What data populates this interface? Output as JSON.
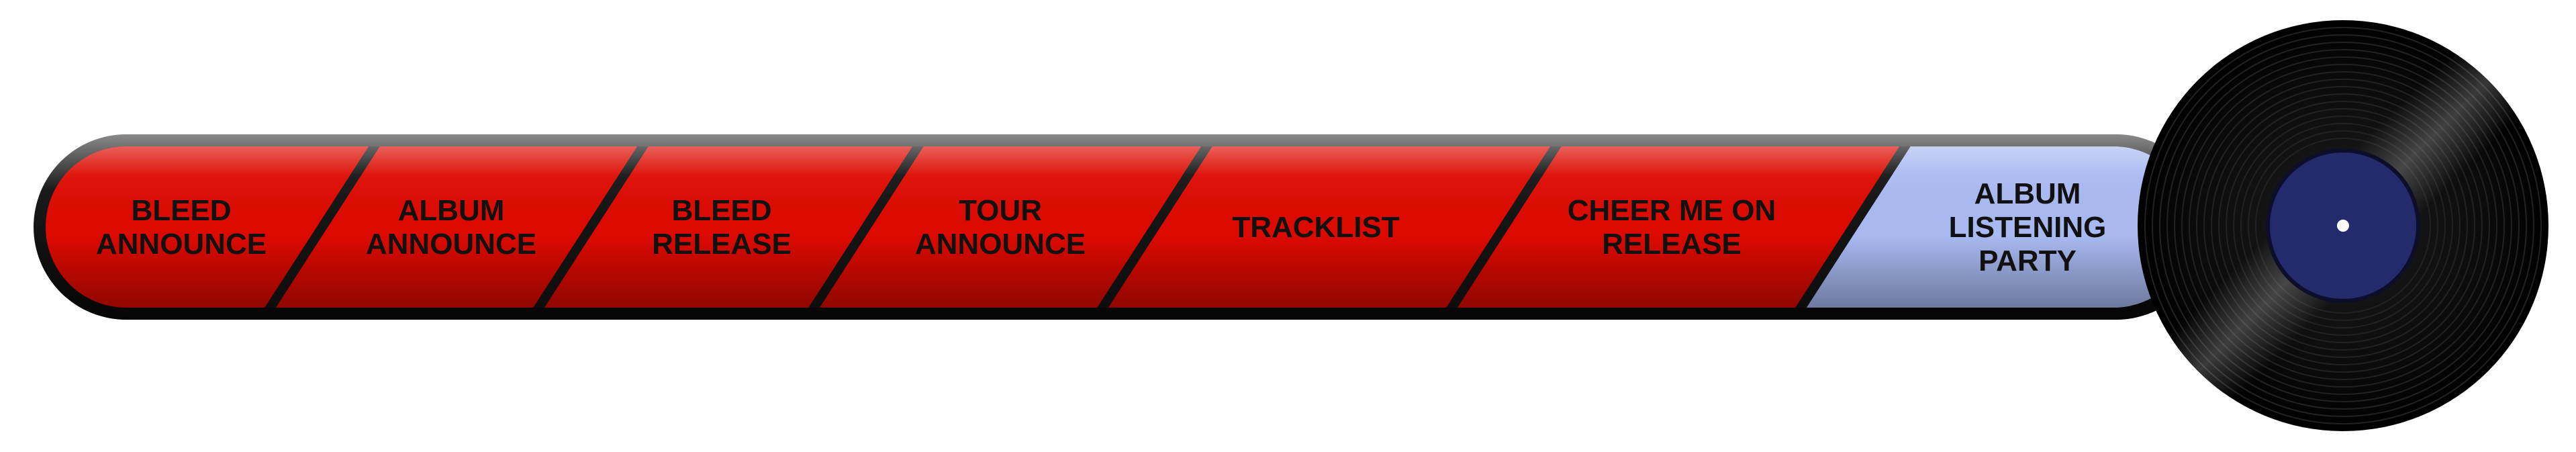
{
  "progress_bar": {
    "segments": [
      {
        "id": "bleed-announce",
        "lines": [
          "BLEED",
          "ANNOUNCE"
        ],
        "state": "complete"
      },
      {
        "id": "album-announce",
        "lines": [
          "ALBUM",
          "ANNOUNCE"
        ],
        "state": "complete"
      },
      {
        "id": "bleed-release",
        "lines": [
          "BLEED",
          "RELEASE"
        ],
        "state": "complete"
      },
      {
        "id": "tour-announce",
        "lines": [
          "TOUR",
          "ANNOUNCE"
        ],
        "state": "complete"
      },
      {
        "id": "tracklist",
        "lines": [
          "TRACKLIST"
        ],
        "state": "complete"
      },
      {
        "id": "cheer-me-on-release",
        "lines": [
          "CHEER ME ON",
          "RELEASE"
        ],
        "state": "complete"
      },
      {
        "id": "album-listening-party",
        "lines": [
          "ALBUM",
          "LISTENING",
          "PARTY"
        ],
        "state": "upcoming"
      }
    ],
    "colors": {
      "complete": "#dd0a00",
      "upcoming": "#a9baf2",
      "outline": "#141414",
      "text": "#111111",
      "record": "#0a0a0a",
      "record_label": "#232b6c"
    },
    "end_icon": "vinyl-record-icon"
  }
}
